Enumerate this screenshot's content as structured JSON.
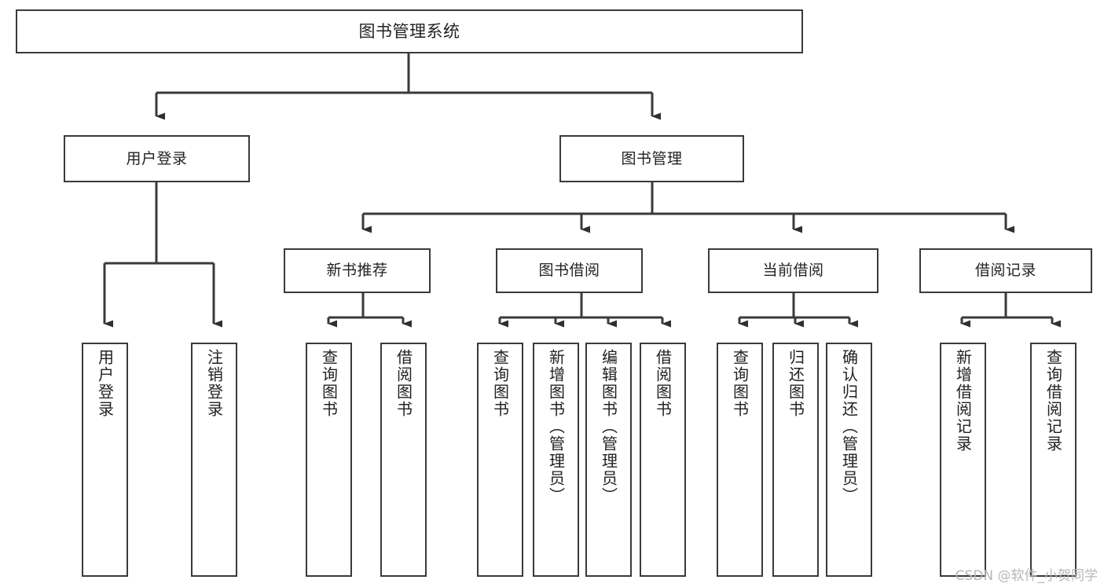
{
  "diagram": {
    "type": "tree-hierarchy",
    "title": "图书管理系统",
    "watermark": "CSDN @软件_小贺同学",
    "colors": {
      "stroke": "#3a3a3a",
      "fill": "#ffffff",
      "text": "#222222",
      "watermark": "#b6b6b6"
    },
    "nodes": {
      "root": {
        "label": "图书管理系统"
      },
      "level1": [
        {
          "id": "user-login",
          "label": "用户登录"
        },
        {
          "id": "book-manage",
          "label": "图书管理"
        }
      ],
      "level2": [
        {
          "id": "new-book-recommend",
          "label": "新书推荐"
        },
        {
          "id": "book-borrow",
          "label": "图书借阅"
        },
        {
          "id": "current-borrow",
          "label": "当前借阅"
        },
        {
          "id": "borrow-record",
          "label": "借阅记录"
        }
      ],
      "leaves": {
        "user_login": [
          {
            "id": "leaf-user-login",
            "label": "用户登录"
          },
          {
            "id": "leaf-logout-login",
            "label": "注销登录"
          }
        ],
        "new_book_recommend": [
          {
            "id": "leaf-query-book-1",
            "label": "查询图书"
          },
          {
            "id": "leaf-borrow-book-1",
            "label": "借阅图书"
          }
        ],
        "book_borrow": [
          {
            "id": "leaf-query-book-2",
            "label": "查询图书"
          },
          {
            "id": "leaf-add-book",
            "label": "新增图书（管理员）"
          },
          {
            "id": "leaf-edit-book",
            "label": "编辑图书（管理员）"
          },
          {
            "id": "leaf-borrow-book-2",
            "label": "借阅图书"
          }
        ],
        "current_borrow": [
          {
            "id": "leaf-query-book-3",
            "label": "查询图书"
          },
          {
            "id": "leaf-return-book",
            "label": "归还图书"
          },
          {
            "id": "leaf-confirm-return",
            "label": "确认归还（管理员）"
          }
        ],
        "borrow_record": [
          {
            "id": "leaf-add-record",
            "label": "新增借阅记录"
          },
          {
            "id": "leaf-query-record",
            "label": "查询借阅记录"
          }
        ]
      }
    }
  }
}
